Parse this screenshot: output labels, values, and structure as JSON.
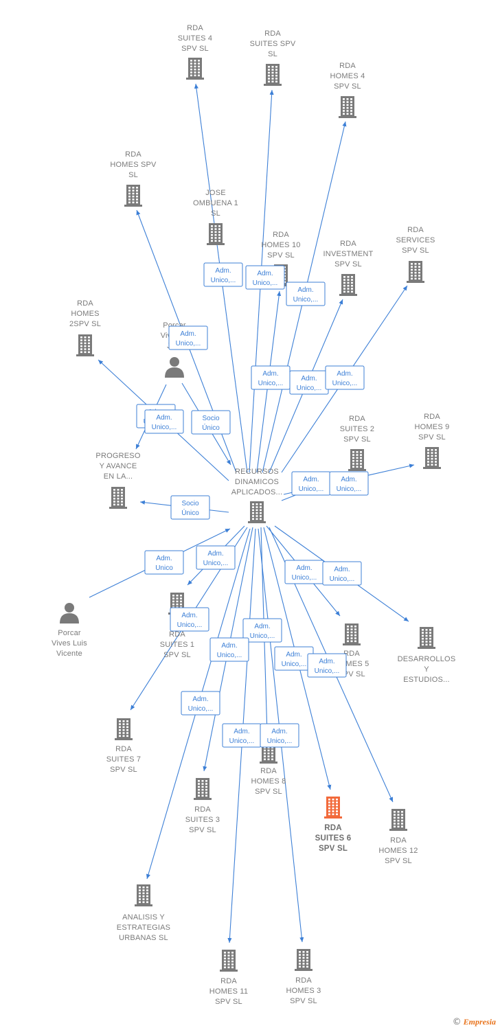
{
  "colors": {
    "edge": "#3c7fd6",
    "building": "#7a7a7a",
    "highlight": "#f26a3b",
    "person": "#7a7a7a"
  },
  "nodes": [
    {
      "id": "center",
      "type": "company",
      "lines": [
        "RECURSOS",
        "DINAMICOS",
        "APLICADOS..."
      ]
    },
    {
      "id": "suites4",
      "type": "company",
      "lines": [
        "RDA",
        "SUITES 4",
        "SPV  SL"
      ]
    },
    {
      "id": "suitesspv",
      "type": "company",
      "lines": [
        "RDA",
        "SUITES SPV",
        "SL"
      ]
    },
    {
      "id": "homes4",
      "type": "company",
      "lines": [
        "RDA",
        "HOMES 4",
        "SPV  SL"
      ]
    },
    {
      "id": "homesspv",
      "type": "company",
      "lines": [
        "RDA",
        "HOMES SPV",
        "SL"
      ]
    },
    {
      "id": "jose",
      "type": "company",
      "lines": [
        "JOSE",
        "OMBUENA 1",
        "SL"
      ]
    },
    {
      "id": "homes10",
      "type": "company",
      "lines": [
        "RDA",
        "HOMES 10",
        "SPV  SL"
      ]
    },
    {
      "id": "investment",
      "type": "company",
      "lines": [
        "RDA",
        "INVESTMENT",
        "SPV  SL"
      ]
    },
    {
      "id": "services",
      "type": "company",
      "lines": [
        "RDA",
        "SERVICES",
        "SPV  SL"
      ]
    },
    {
      "id": "homes2spv",
      "type": "company",
      "lines": [
        "RDA",
        "HOMES",
        "2SPV  SL"
      ]
    },
    {
      "id": "porcar1",
      "type": "person",
      "lines": [
        "Porcar",
        "Vives ...",
        "Ja..."
      ]
    },
    {
      "id": "progreso",
      "type": "company",
      "lines": [
        "PROGRESO",
        "Y AVANCE",
        "EN LA..."
      ]
    },
    {
      "id": "suites2",
      "type": "company",
      "lines": [
        "RDA",
        "SUITES 2",
        "SPV  SL"
      ]
    },
    {
      "id": "homes9",
      "type": "company",
      "lines": [
        "RDA",
        "HOMES 9",
        "SPV  SL"
      ]
    },
    {
      "id": "porcar2",
      "type": "person",
      "lines": [
        "Porcar",
        "Vives Luis",
        "Vicente"
      ]
    },
    {
      "id": "suites1",
      "type": "company",
      "lines": [
        "RDA",
        "SUITES 1",
        "SPV  SL"
      ]
    },
    {
      "id": "homes5",
      "type": "company",
      "lines": [
        "RDA",
        "HOMES 5",
        "SPV  SL"
      ]
    },
    {
      "id": "desarrollos",
      "type": "company",
      "lines": [
        "DESARROLLOS",
        "Y",
        "ESTUDIOS..."
      ]
    },
    {
      "id": "suites7",
      "type": "company",
      "lines": [
        "RDA",
        "SUITES 7",
        "SPV  SL"
      ]
    },
    {
      "id": "homes8",
      "type": "company",
      "lines": [
        "RDA",
        "HOMES 8",
        "SPV  SL"
      ]
    },
    {
      "id": "suites3",
      "type": "company",
      "lines": [
        "RDA",
        "SUITES 3",
        "SPV  SL"
      ]
    },
    {
      "id": "suites6",
      "type": "company",
      "lines": [
        "RDA",
        "SUITES 6",
        "SPV  SL"
      ],
      "highlight": true
    },
    {
      "id": "homes12",
      "type": "company",
      "lines": [
        "RDA",
        "HOMES 12",
        "SPV  SL"
      ]
    },
    {
      "id": "analisis",
      "type": "company",
      "lines": [
        "ANALISIS Y",
        "ESTRATEGIAS",
        "URBANAS  SL"
      ]
    },
    {
      "id": "homes11",
      "type": "company",
      "lines": [
        "RDA",
        "HOMES 11",
        "SPV  SL"
      ]
    },
    {
      "id": "homes3",
      "type": "company",
      "lines": [
        "RDA",
        "HOMES 3",
        "SPV  SL"
      ]
    }
  ],
  "edges": [
    {
      "from": "center",
      "to": "suites4",
      "label": [
        "Adm.",
        "Unico,..."
      ]
    },
    {
      "from": "center",
      "to": "suitesspv",
      "label": [
        "Adm.",
        "Unico,..."
      ]
    },
    {
      "from": "center",
      "to": "homes4",
      "label": [
        "Adm.",
        "Unico,..."
      ]
    },
    {
      "from": "center",
      "to": "homesspv",
      "label": [
        "Adm.",
        "Unico,..."
      ]
    },
    {
      "from": "center",
      "to": "homes10",
      "label": [
        "Adm.",
        "Unico,..."
      ]
    },
    {
      "from": "center",
      "to": "investment",
      "label": [
        "Adm.",
        "Unico,..."
      ]
    },
    {
      "from": "center",
      "to": "services",
      "label": [
        "Adm.",
        "Unico,..."
      ]
    },
    {
      "from": "center",
      "to": "homes2spv",
      "label": [
        "Adm.",
        "Unico,..."
      ]
    },
    {
      "from": "porcar1",
      "to": "center",
      "label": [
        "Socio",
        "Único"
      ]
    },
    {
      "from": "porcar1",
      "to": "progreso",
      "label": [
        "Adm.",
        "Unico,..."
      ]
    },
    {
      "from": "center",
      "to": "progreso",
      "label": [
        "Socio",
        "Único"
      ]
    },
    {
      "from": "center",
      "to": "suites2",
      "label": [
        "Adm.",
        "Unico,..."
      ]
    },
    {
      "from": "center",
      "to": "homes9",
      "label": [
        "Adm.",
        "Unico,..."
      ]
    },
    {
      "from": "porcar2",
      "to": "center",
      "label": [
        "Adm.",
        "Unico"
      ]
    },
    {
      "from": "center",
      "to": "suites1",
      "label": [
        "Adm.",
        "Unico,..."
      ]
    },
    {
      "from": "center",
      "to": "homes5",
      "label": [
        "Adm.",
        "Unico,..."
      ]
    },
    {
      "from": "center",
      "to": "desarrollos",
      "label": [
        "Adm.",
        "Unico,..."
      ]
    },
    {
      "from": "center",
      "to": "suites7",
      "label": [
        "Adm.",
        "Unico,..."
      ]
    },
    {
      "from": "center",
      "to": "homes8",
      "label": [
        "Adm.",
        "Unico,..."
      ]
    },
    {
      "from": "center",
      "to": "suites3",
      "label": [
        "Adm.",
        "Unico,..."
      ]
    },
    {
      "from": "center",
      "to": "suites6",
      "label": [
        "Adm.",
        "Unico,..."
      ]
    },
    {
      "from": "center",
      "to": "homes12",
      "label": [
        "Adm.",
        "Unico,..."
      ]
    },
    {
      "from": "center",
      "to": "analisis",
      "label": [
        "Adm.",
        "Unico,..."
      ]
    },
    {
      "from": "center",
      "to": "homes11",
      "label": [
        "Adm.",
        "Unico,..."
      ]
    },
    {
      "from": "center",
      "to": "homes3",
      "label": [
        "Adm.",
        "Unico,..."
      ]
    }
  ],
  "footer": {
    "copyright": "©",
    "brand_initial": "E",
    "brand_rest": "mpresia"
  }
}
